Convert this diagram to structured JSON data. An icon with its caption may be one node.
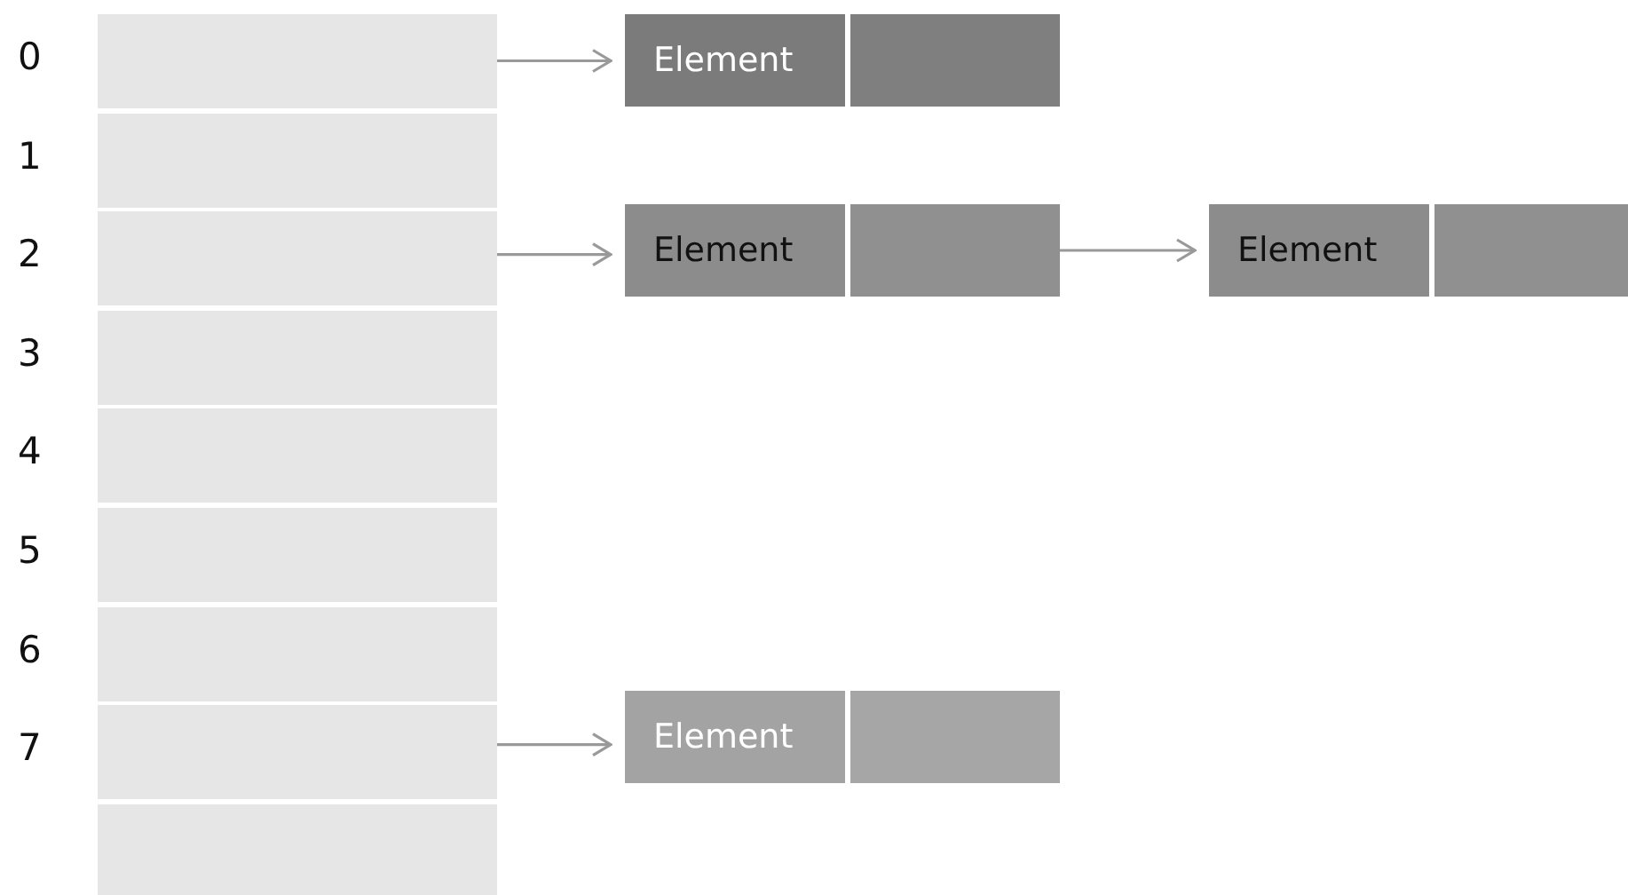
{
  "diagram": {
    "nodes": [
      {
        "text": [],
        "shape": "box"
      },
      {
        "text": [],
        "shape": "box"
      },
      {
        "text": [],
        "shape": "box"
      },
      {
        "text": [],
        "shape": "box"
      },
      {
        "text": [],
        "shape": "box"
      },
      {
        "text": [],
        "shape": "box"
      },
      {
        "text": [],
        "shape": "box"
      },
      {
        "text": [],
        "shape": "box"
      },
      {
        "text": [],
        "shape": "box"
      },
      {
        "text": [
          "Element"
        ]
      },
      {
        "text": [
          "Element"
        ]
      },
      {
        "text": [
          "Element"
        ]
      },
      {
        "text": [
          "Element"
        ]
      }
    ],
    "edges": [
      {
        "from": 0,
        "to": 9,
        "arrow": "to"
      },
      {
        "from": 2,
        "to": 10,
        "arrow": "to"
      },
      {
        "from": 10,
        "to": 11,
        "arrow": "to"
      },
      {
        "from": 7,
        "to": 12,
        "arrow": "to"
      }
    ],
    "labels": [
      "0",
      "1",
      "2",
      "3",
      "4",
      "5",
      "6",
      "7"
    ]
  }
}
